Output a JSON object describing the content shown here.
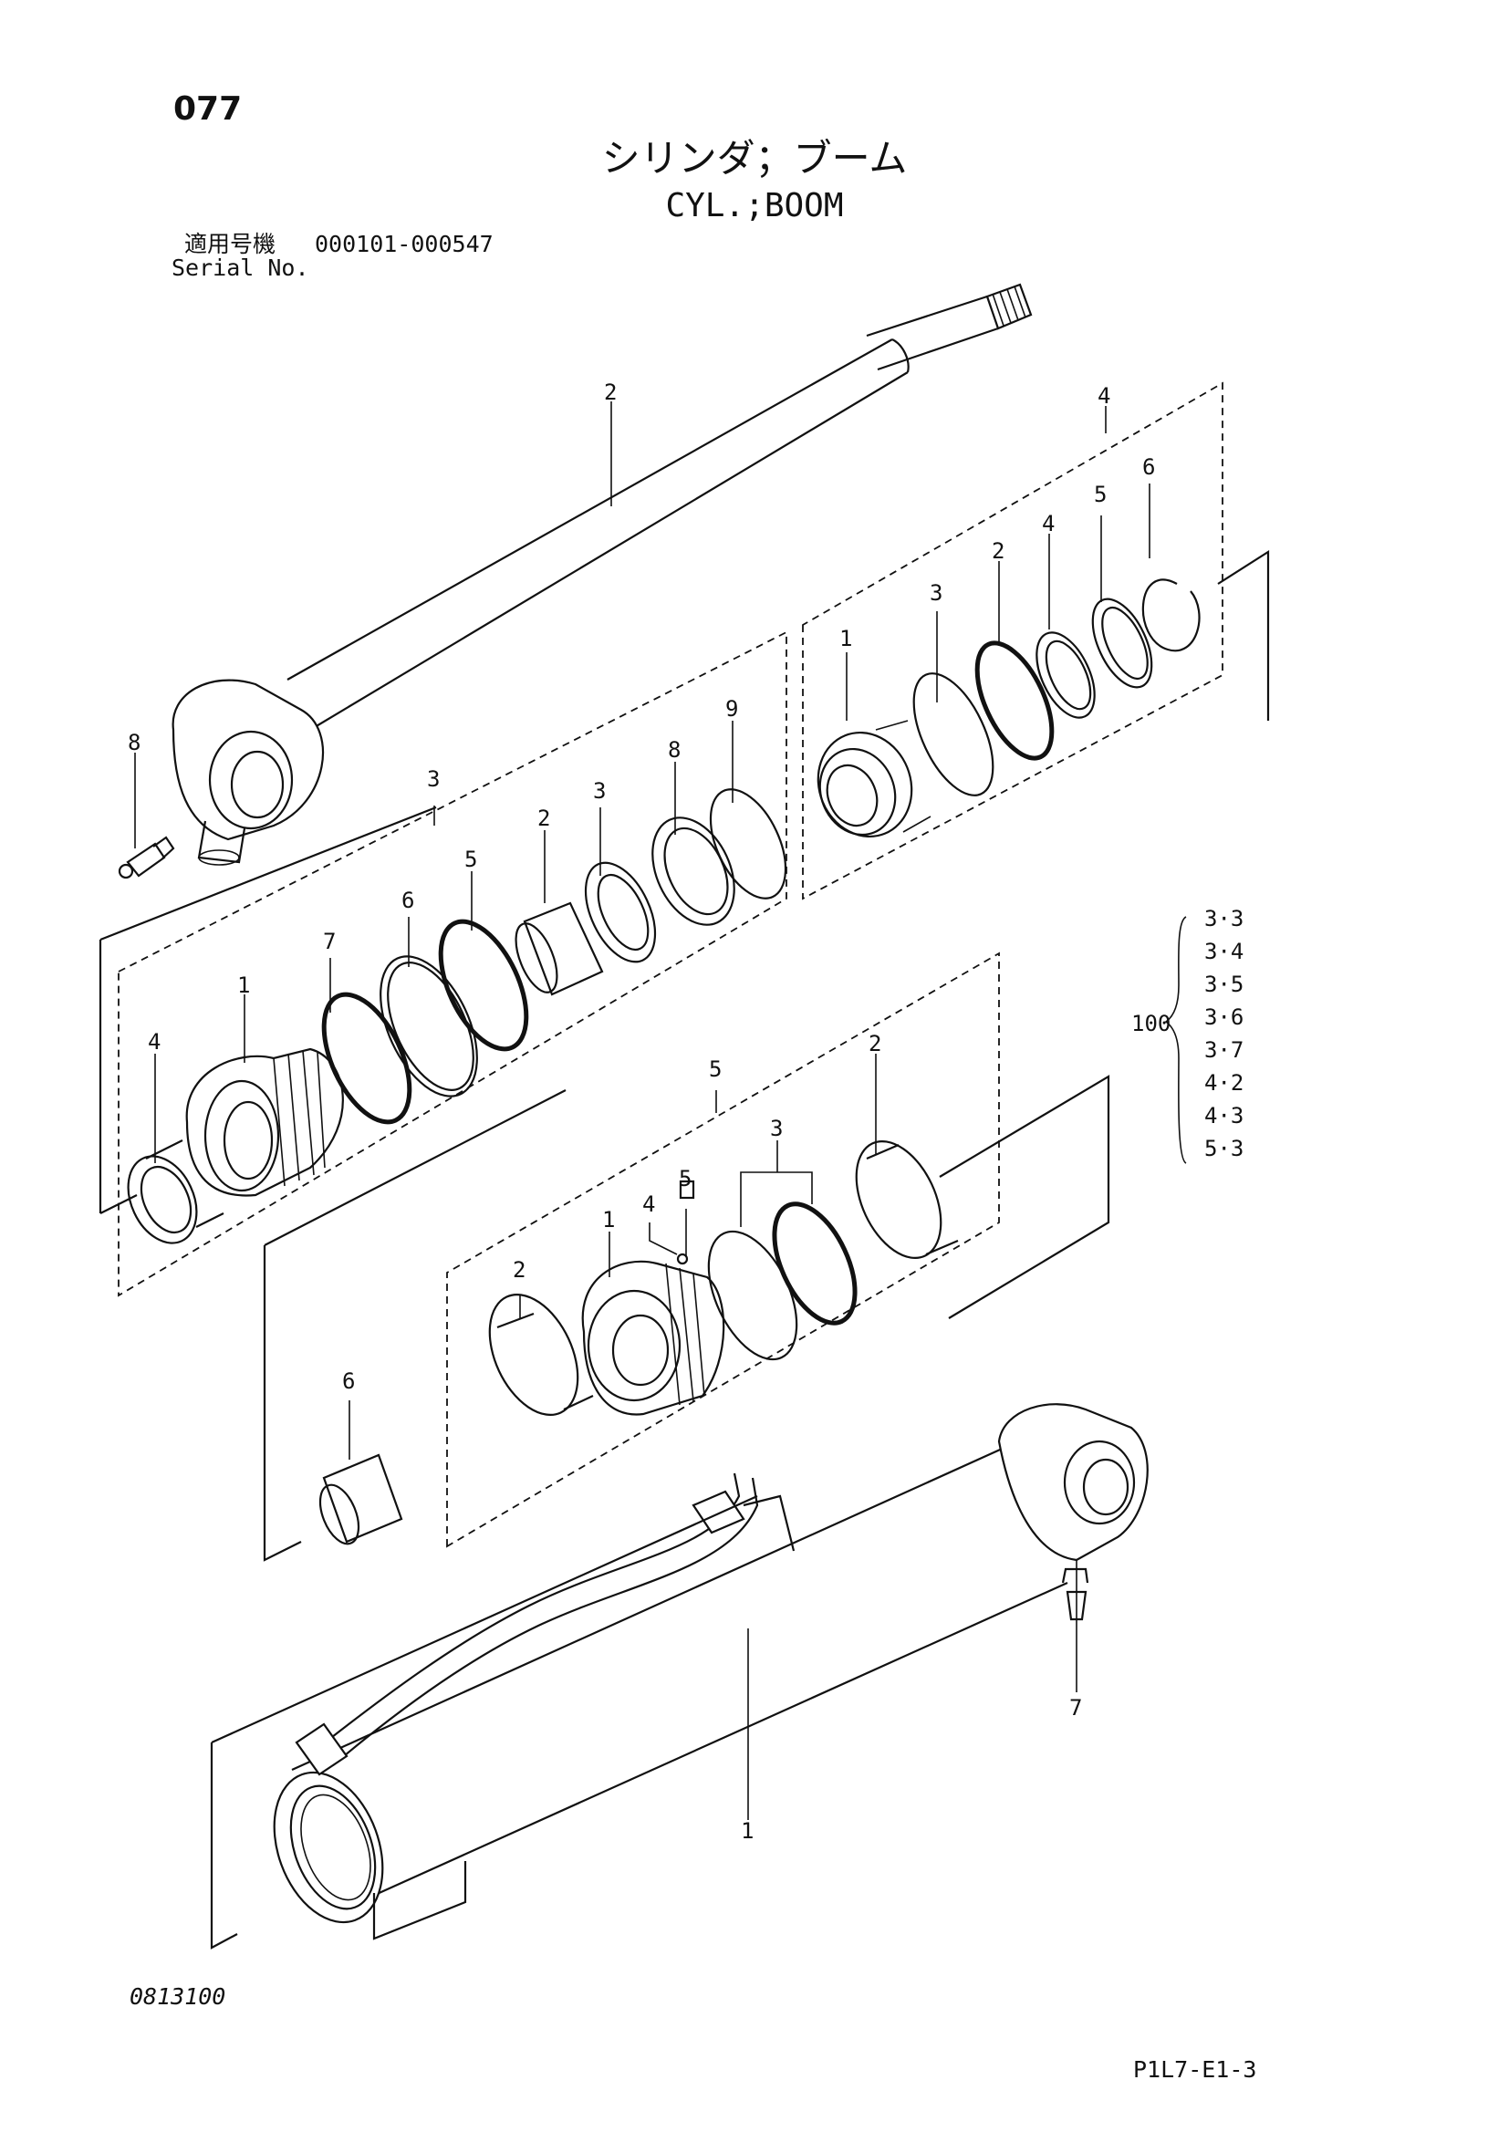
{
  "header": {
    "page_number": "077",
    "title_jp": "シリンダ；ブーム",
    "title_en": "CYL.;BOOM",
    "serial_label_jp": "適用号機",
    "serial_range": "000101-000547",
    "serial_label_en": "Serial No."
  },
  "footer": {
    "drawing_number": "0813100",
    "page_code": "P1L7-E1-3"
  },
  "callouts": {
    "rod": "2",
    "rod_grease": "8",
    "rod_group": "3",
    "rod_group_items": [
      "1",
      "2",
      "3",
      "4",
      "5",
      "6",
      "7",
      "8",
      "9"
    ],
    "head_group": "4",
    "head_group_items": [
      "1",
      "2",
      "3",
      "4",
      "5",
      "6"
    ],
    "piston_group": "5",
    "piston_group_items": [
      "1",
      "2",
      "3",
      "4",
      "5",
      "2"
    ],
    "nut": "6",
    "tube": "1",
    "tube_grease": "7"
  },
  "kit": {
    "number": "100",
    "items": [
      "3·3",
      "3·4",
      "3·5",
      "3·6",
      "3·7",
      "4·2",
      "4·3",
      "5·3"
    ]
  }
}
